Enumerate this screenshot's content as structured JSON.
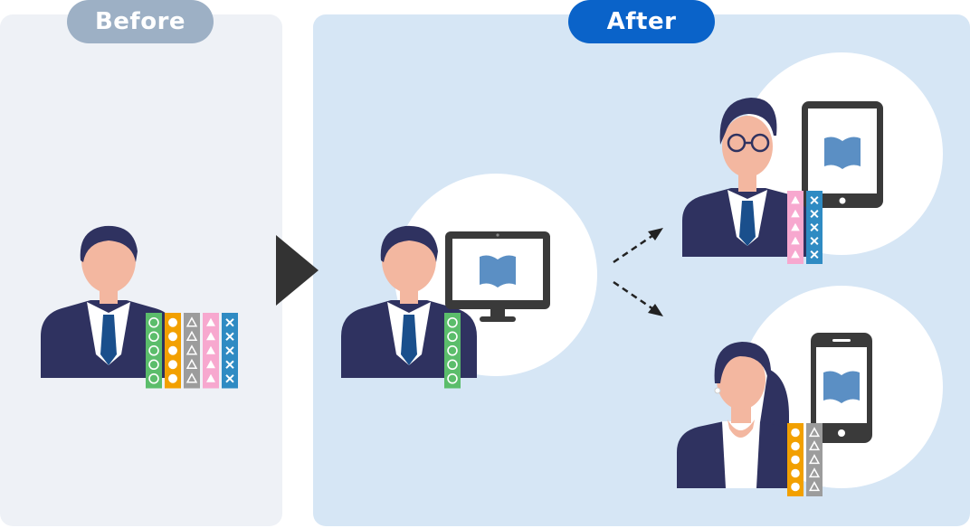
{
  "labels": {
    "before": "Before",
    "after": "After"
  },
  "colors": {
    "before_panel": "#eef1f6",
    "after_panel": "#d6e6f5",
    "before_pill": "#9db0c5",
    "after_pill": "#0a63c9",
    "suit": "#2f3260",
    "tie": "#1a4f8c",
    "skin": "#f3b7a0",
    "hair": "#2f3260",
    "book": "#5b8fc4",
    "device": "#3a3a3a",
    "green": "#5bbd6b",
    "orange": "#f2a000",
    "gray": "#9c9c9c",
    "pink": "#f7a8cf",
    "teal": "#2f8bc3"
  },
  "icons": {
    "arrow": "play-triangle-icon",
    "monitor": "desktop-monitor-icon",
    "tablet": "tablet-icon",
    "phone": "smartphone-icon",
    "book": "open-book-icon"
  },
  "rating_columns": [
    {
      "name": "green",
      "symbol": "○"
    },
    {
      "name": "orange",
      "symbol": "●"
    },
    {
      "name": "gray",
      "symbol": "△"
    },
    {
      "name": "pink",
      "symbol": "▲"
    },
    {
      "name": "teal",
      "symbol": "×"
    }
  ]
}
